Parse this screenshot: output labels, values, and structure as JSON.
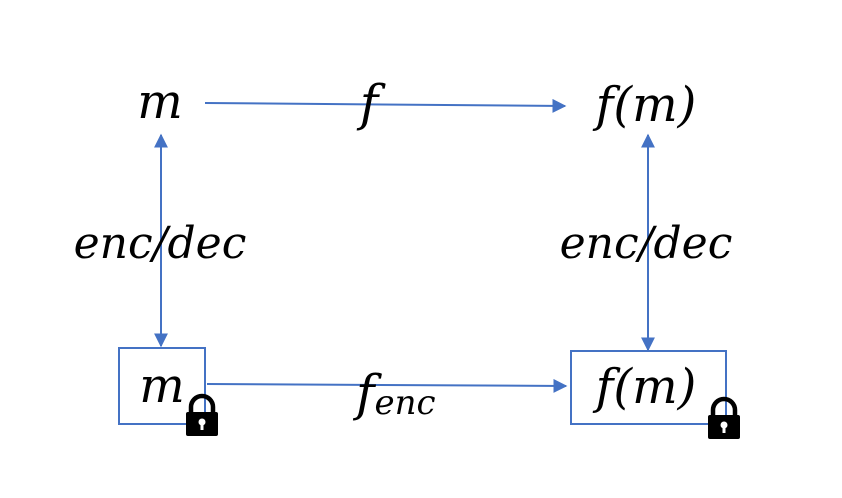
{
  "nodes": {
    "m_plain": "m",
    "fm_plain": "f(m)",
    "m_enc": "m",
    "fm_enc": "f(m)"
  },
  "edges": {
    "top_label": "f",
    "bottom_label_base": "f",
    "bottom_label_sub": "enc",
    "left_label": "enc/dec",
    "right_label": "enc/dec"
  },
  "icons": {
    "lock_left": "lock-icon",
    "lock_right": "lock-icon"
  },
  "colors": {
    "arrow": "#4472C4",
    "box": "#4472C4",
    "text": "#000000",
    "lock": "#000000"
  }
}
